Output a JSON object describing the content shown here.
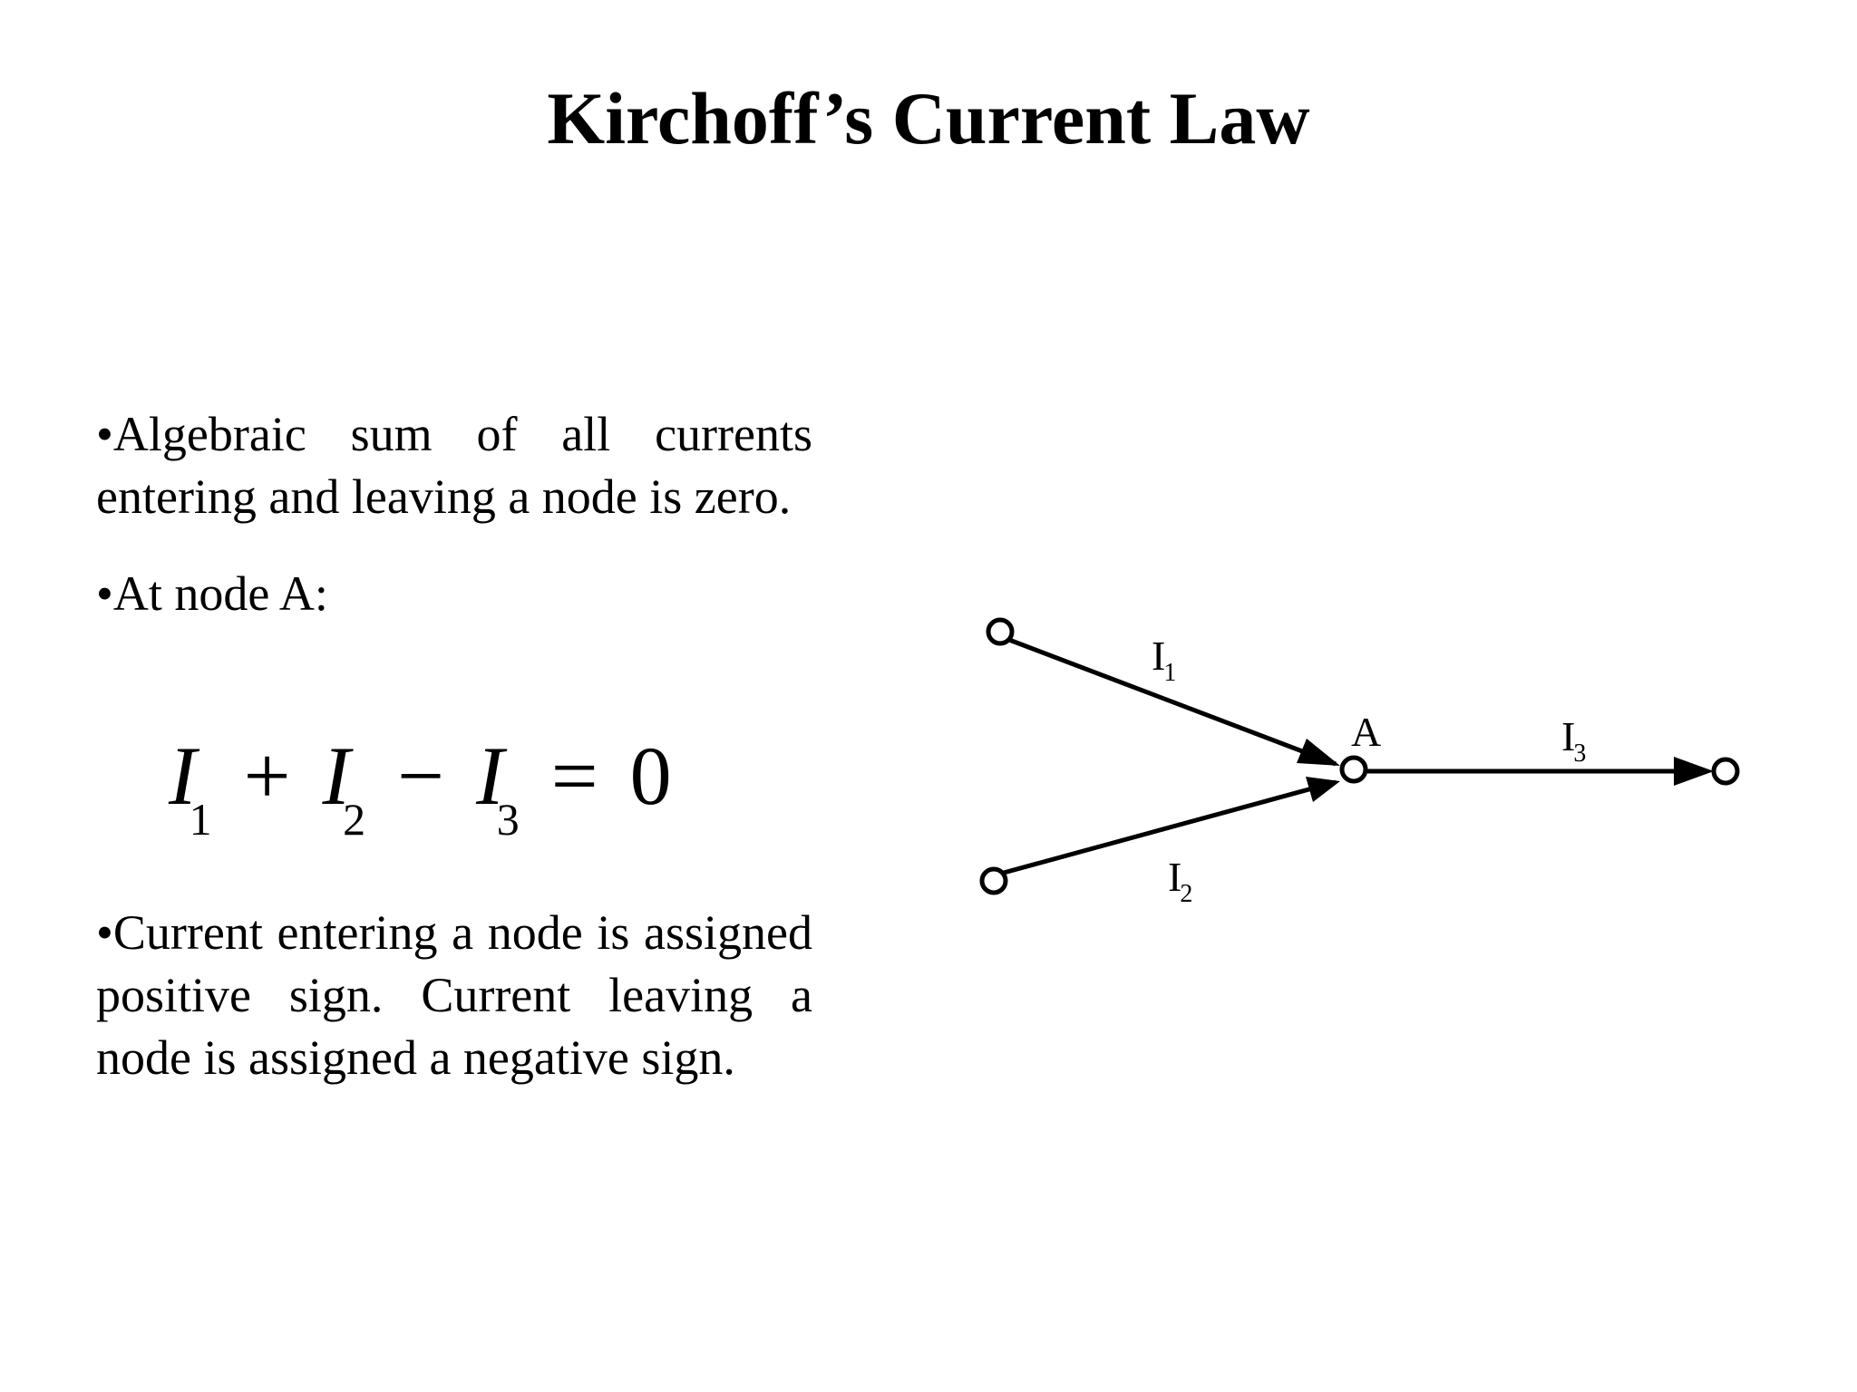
{
  "slide": {
    "title": "Kirchoff’s Current Law"
  },
  "bullets": [
    {
      "text": "•Algebraic sum of all currents entering and leaving a node is zero."
    },
    {
      "text": "•At node A:"
    },
    {
      "text": "•Current entering a node is assigned positive sign. Current leaving a node is assigned a negative sign."
    }
  ],
  "equation": {
    "terms": [
      {
        "symbol": "I",
        "sub": "1"
      },
      {
        "op": "+"
      },
      {
        "symbol": "I",
        "sub": "2"
      },
      {
        "op": "−"
      },
      {
        "symbol": "I",
        "sub": "3"
      },
      {
        "op": "="
      },
      {
        "value": "0"
      }
    ]
  },
  "diagram": {
    "node_label": "A",
    "currents": [
      {
        "symbol": "I",
        "sub": "1"
      },
      {
        "symbol": "I",
        "sub": "2"
      },
      {
        "symbol": "I",
        "sub": "3"
      }
    ]
  }
}
